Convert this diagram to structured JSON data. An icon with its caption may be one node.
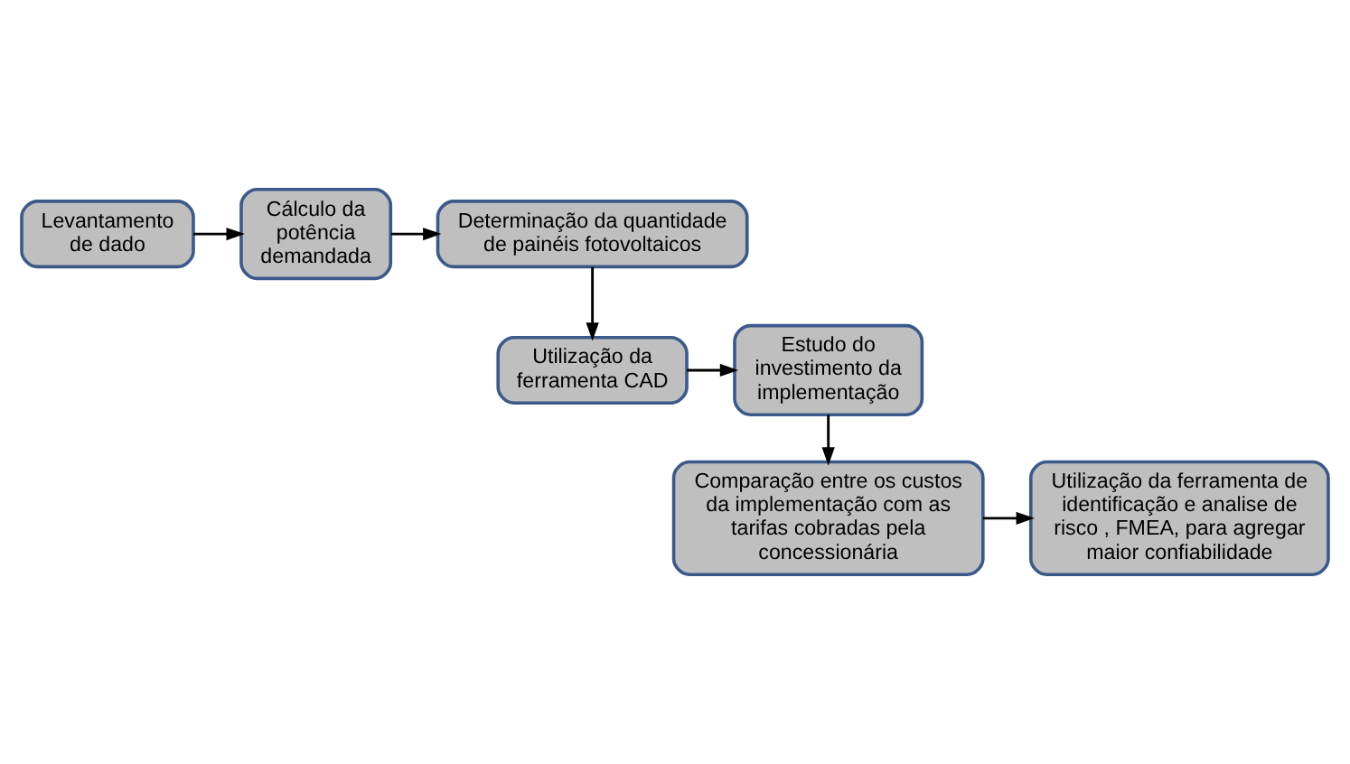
{
  "diagram": {
    "nodes": [
      {
        "text": [
          "Levantamento de dado"
        ]
      },
      {
        "text": [
          "Cálculo da potência demandada"
        ]
      },
      {
        "text": [
          "Determinação da quantidade de painéis fotovoltaicos"
        ]
      },
      {
        "text": [
          "Utilização da ferramenta CAD"
        ]
      },
      {
        "text": [
          "Estudo do investimento da implementação"
        ]
      },
      {
        "text": [
          "Comparação entre os custos da implementação com as tarifas cobradas pela concessionária"
        ]
      },
      {
        "text": [
          "Utilização da ferramenta de identificação e analise de risco , FMEA, para agregar maior confiabilidade"
        ]
      }
    ],
    "edges": [
      {
        "from": 0,
        "to": 1,
        "arrow": "to"
      },
      {
        "from": 1,
        "to": 2,
        "arrow": "to"
      },
      {
        "from": 2,
        "to": 3,
        "arrow": "to"
      },
      {
        "from": 3,
        "to": 4,
        "arrow": "to"
      },
      {
        "from": 4,
        "to": 5,
        "arrow": "to"
      },
      {
        "from": 5,
        "to": 6,
        "arrow": "to"
      }
    ]
  }
}
